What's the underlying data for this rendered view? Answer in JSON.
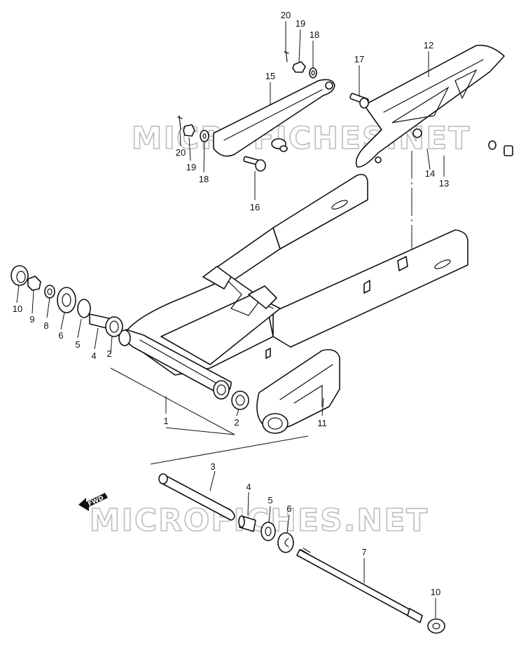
{
  "watermark": "MICROFICHES.NET",
  "direction_label": "FWD",
  "callouts": {
    "c1": "1",
    "c2a": "2",
    "c2b": "2",
    "c3": "3",
    "c4a": "4",
    "c4b": "4",
    "c5a": "5",
    "c5b": "5",
    "c6a": "6",
    "c6b": "6",
    "c7": "7",
    "c8": "8",
    "c9": "9",
    "c10a": "10",
    "c10b": "10",
    "c11": "11",
    "c12": "12",
    "c13": "13",
    "c14": "14",
    "c15": "15",
    "c16": "16",
    "c17": "17",
    "c18a": "18",
    "c18b": "18",
    "c19a": "19",
    "c19b": "19",
    "c20a": "20",
    "c20b": "20"
  }
}
